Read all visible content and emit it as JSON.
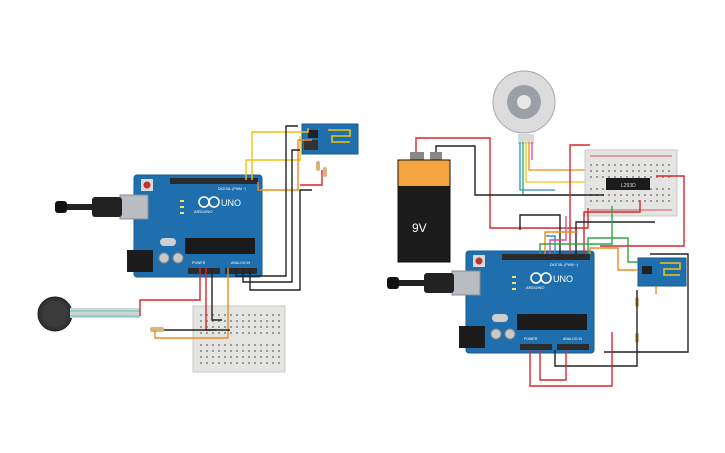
{
  "board_left": {
    "logo": "UNO",
    "digital_header": "DIGITAL (PWM ~)",
    "power_header": "POWER",
    "analog_header": "ANALOG IN",
    "brand": "ARDUINO"
  },
  "board_right": {
    "logo": "UNO",
    "digital_header": "DIGITAL (PWM ~)",
    "power_header": "POWER",
    "analog_header": "ANALOG IN",
    "brand": "ARDUINO"
  },
  "battery": {
    "label": "9V"
  },
  "driver_chip": {
    "label": "L293D"
  },
  "colors": {
    "board": "#1f6fae",
    "board_dark": "#175a8f",
    "breadboard": "#e4e4e2",
    "wire_red": "#d9262c",
    "wire_black": "#222222",
    "wire_orange": "#f08b1c",
    "wire_yellow": "#f1c40f",
    "wire_green": "#2aa84a",
    "wire_blue": "#2a8ad4",
    "wire_pink": "#e54a8c"
  }
}
